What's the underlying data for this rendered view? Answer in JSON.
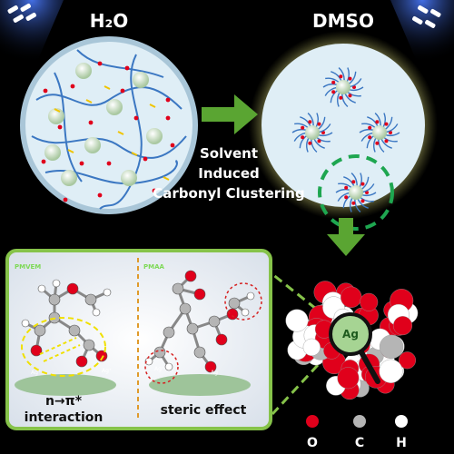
{
  "labels": {
    "left_title": "H₂O",
    "right_title": "DMSO",
    "process_line1": "Solvent",
    "process_line2": "Induced",
    "process_line3": "Carbonyl Clustering",
    "panel_left_tag": "PMVEM",
    "panel_right_tag": "PMAA",
    "ag_atom": "Ag⁺",
    "ag_plain": "Ag",
    "interaction_line1": "n→π*",
    "interaction_line2": "interaction",
    "steric": "steric effect",
    "cluster_center": "Ag"
  },
  "legend": [
    {
      "label": "O",
      "color": "#e0001b"
    },
    {
      "label": "C",
      "color": "#b5b5b5"
    },
    {
      "label": "H",
      "color": "#ffffff"
    }
  ],
  "colors": {
    "background": "#000000",
    "arrow_green": "#5aa532",
    "panel_border": "#86c34a",
    "yellow_glow": "#e8e86a",
    "polymer_blue": "#3b77c2",
    "particle": "#cfe3cf"
  }
}
